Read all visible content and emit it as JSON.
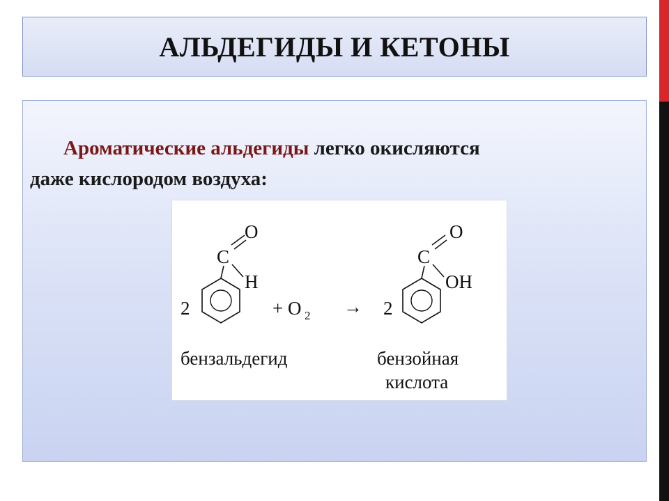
{
  "slide": {
    "title": "АЛЬДЕГИДЫ И КЕТОНЫ",
    "body": {
      "highlight": "Ароматические альдегиды",
      "rest_line1": " легко окисляются",
      "line2": "даже кислородом воздуха:"
    },
    "reaction": {
      "left_coefficient": "2",
      "aldehyde_carbon": "C",
      "aldehyde_oxygen": "O",
      "aldehyde_hydrogen": "H",
      "plus_oxygen": "+ O",
      "oxygen_subscript": "2",
      "arrow": "→",
      "right_coefficient": "2",
      "acid_carbon": "C",
      "acid_oxygen": "O",
      "acid_hydroxyl": "OH",
      "reactant_name": "бензальдегид",
      "product_name_line1": "бензойная",
      "product_name_line2": "кислота"
    }
  },
  "colors": {
    "title_background": "#dfe5f6",
    "title_border": "#7f93c7",
    "highlight_text": "#7a1717",
    "accent_bar": "#d9262b",
    "side_bar": "#111111"
  }
}
